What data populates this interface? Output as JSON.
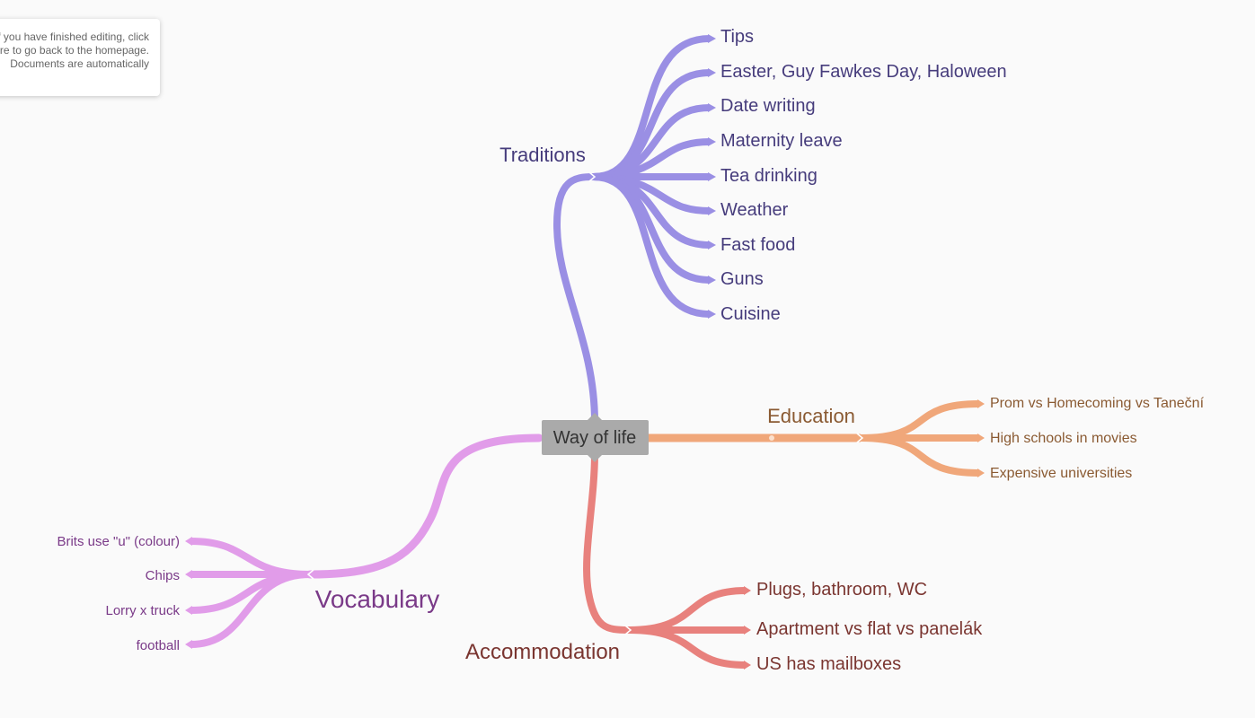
{
  "tooltip": {
    "lines": [
      "If you have finished editing, click",
      "here to go back to the homepage.",
      "Documents are automatically"
    ]
  },
  "root": {
    "label": "Way of life"
  },
  "colors": {
    "root_bg": "#aaaaaa",
    "root_text": "#333333",
    "traditions": "#9a8fe4",
    "traditions_text": "#463c7c",
    "education": "#f0a77a",
    "education_text": "#8a5a32",
    "accommodation": "#e8817d",
    "accommodation_text": "#7a3530",
    "vocabulary": "#e19ce9",
    "vocabulary_text": "#7a3a88"
  },
  "branches": {
    "traditions": {
      "label": "Traditions",
      "children": [
        "Tips",
        "Easter, Guy Fawkes Day, Haloween",
        "Date writing",
        "Maternity leave",
        "Tea drinking",
        "Weather",
        "Fast food",
        "Guns",
        "Cuisine"
      ]
    },
    "education": {
      "label": "Education",
      "children": [
        "Prom vs Homecoming vs Taneční",
        "High schools in movies",
        "Expensive universities"
      ]
    },
    "accommodation": {
      "label": "Accommodation",
      "children": [
        "Plugs, bathroom, WC",
        "Apartment vs flat vs panelák",
        "US has mailboxes"
      ]
    },
    "vocabulary": {
      "label": "Vocabulary",
      "children": [
        "Brits use \"u\" (colour)",
        "Chips",
        "Lorry x truck",
        "football"
      ]
    }
  }
}
